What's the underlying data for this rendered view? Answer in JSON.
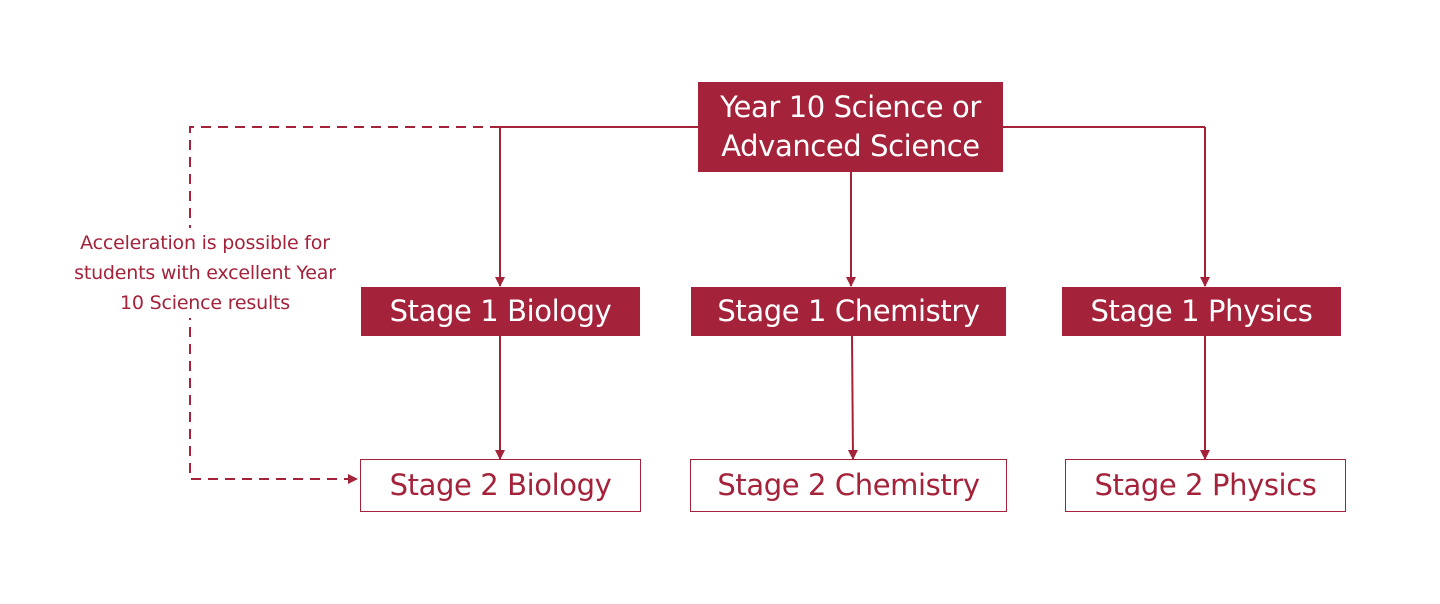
{
  "colors": {
    "accent": "#a4223a"
  },
  "top": {
    "line1": "Year 10 Science or",
    "line2": "Advanced Science"
  },
  "stage1": {
    "biology": "Stage 1 Biology",
    "chemistry": "Stage 1 Chemistry",
    "physics": "Stage 1 Physics"
  },
  "stage2": {
    "biology": "Stage 2 Biology",
    "chemistry": "Stage 2 Chemistry",
    "physics": "Stage 2 Physics"
  },
  "note": {
    "line1": "Acceleration is possible for",
    "line2": "students with excellent Year",
    "line3": "10 Science results"
  }
}
